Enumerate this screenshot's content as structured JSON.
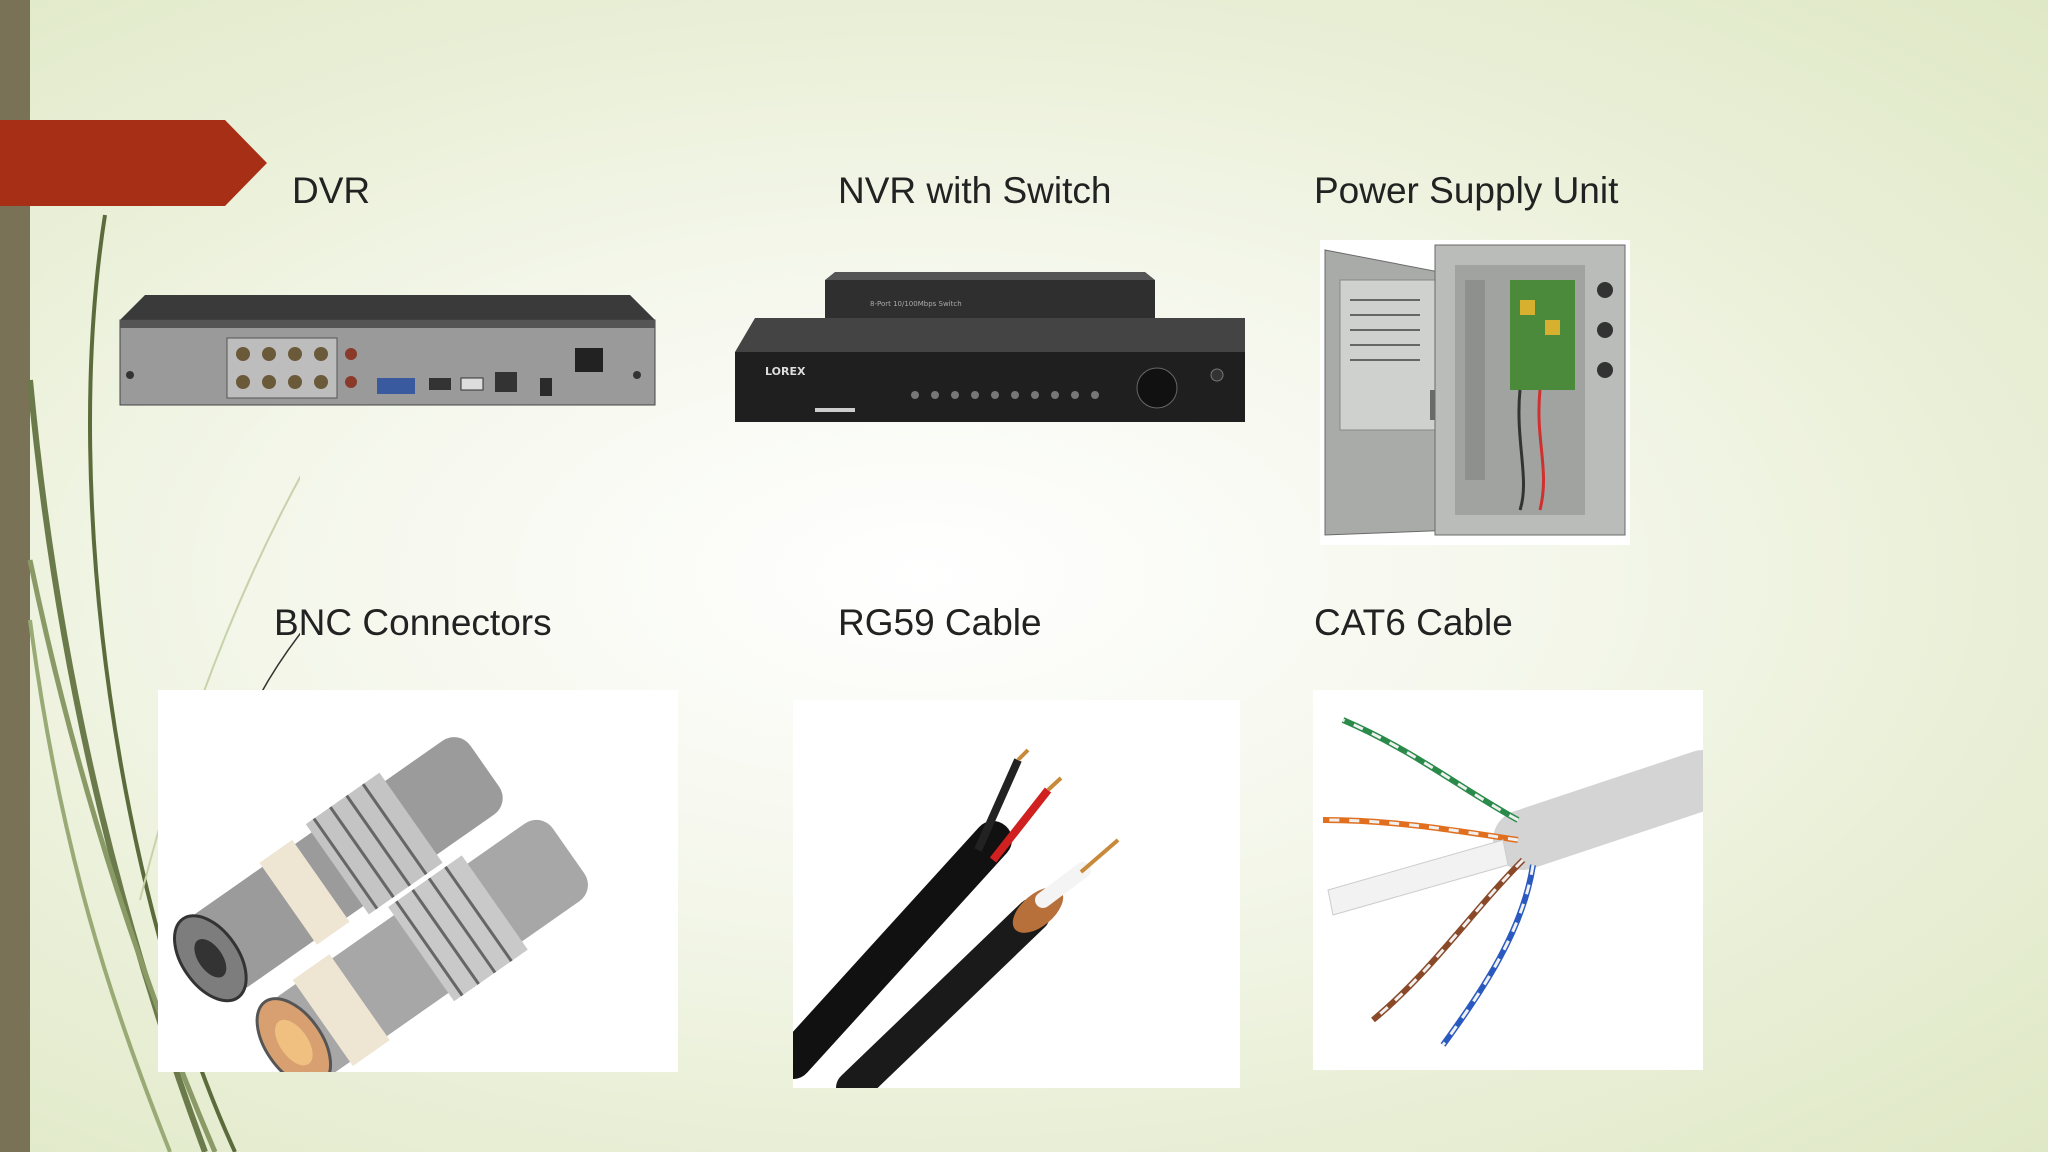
{
  "slide": {
    "items": [
      {
        "label": "DVR",
        "image": "dvr-device"
      },
      {
        "label": "NVR with Switch",
        "image": "nvr-with-switch-device"
      },
      {
        "label": "Power Supply Unit",
        "image": "power-supply-cabinet"
      },
      {
        "label": "BNC Connectors",
        "image": "bnc-connectors"
      },
      {
        "label": "RG59 Cable",
        "image": "rg59-cable"
      },
      {
        "label": "CAT6 Cable",
        "image": "cat6-cable"
      }
    ],
    "colors": {
      "accent": "#a62f16",
      "side_bar": "#7a7256",
      "background": "#eef3e0"
    }
  }
}
